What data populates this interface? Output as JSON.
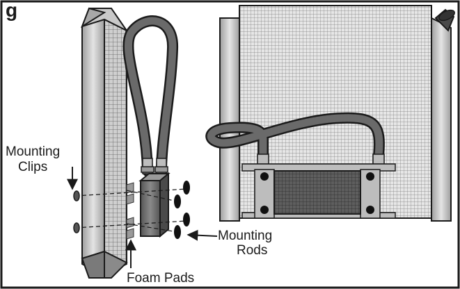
{
  "title_partial": "g",
  "labels": {
    "mounting_clips_line1": "Mounting",
    "mounting_clips_line2": "Clips",
    "mounting_rods_line1": "Mounting",
    "mounting_rods_line2": "Rods",
    "foam_pads": "Foam Pads"
  },
  "colors": {
    "background": "#ffffff",
    "border": "#1a1a1a",
    "radiator_frame": "#bdbdbd",
    "radiator_core": "#d9d9d9",
    "hose": "#6a6a6a",
    "cooler": "#7a7a7a",
    "foam_pad": "#9a9a9a"
  }
}
